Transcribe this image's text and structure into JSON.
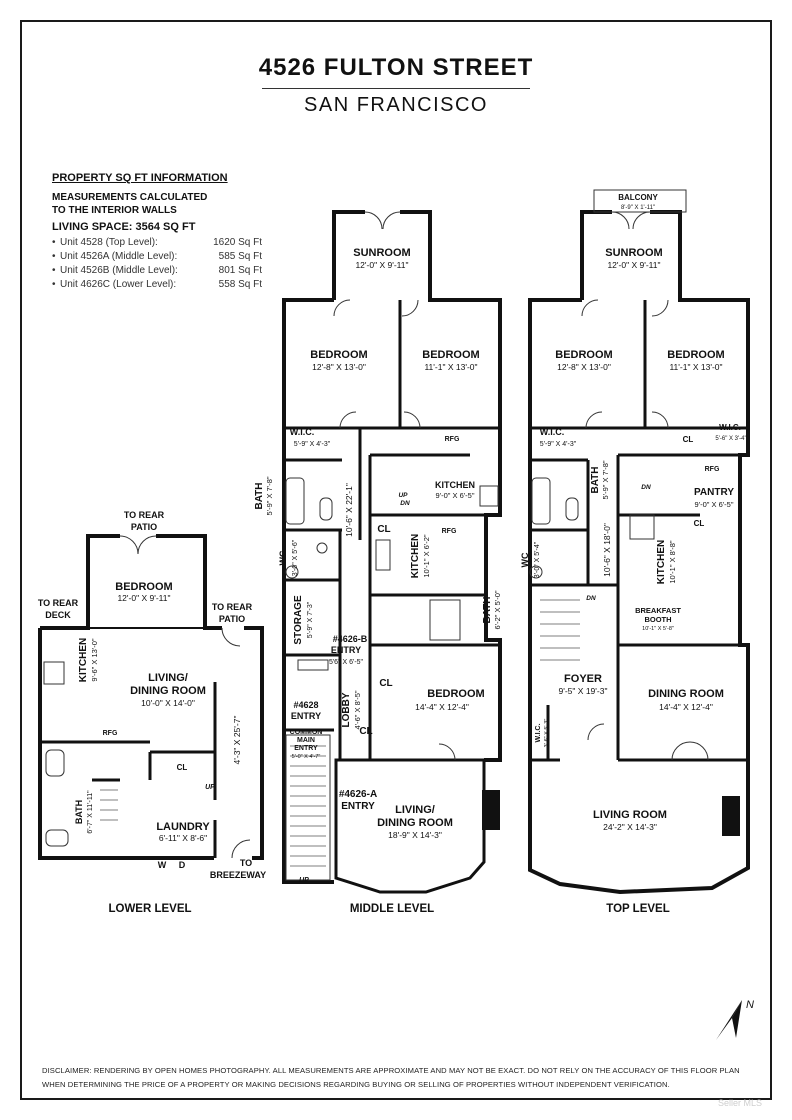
{
  "header": {
    "title": "4526 FULTON STREET",
    "subtitle": "SAN FRANCISCO"
  },
  "info": {
    "heading": "PROPERTY SQ FT INFORMATION",
    "measurement": [
      "MEASUREMENTS CALCULATED",
      "TO THE INTERIOR WALLS"
    ],
    "living_space": "LIVING SPACE: 3564 SQ FT",
    "units": [
      {
        "name": "Unit 4528 (Top Level):",
        "sqft": "1620 Sq Ft"
      },
      {
        "name": "Unit 4526A (Middle Level):",
        "sqft": "585 Sq Ft"
      },
      {
        "name": "Unit 4526B (Middle Level):",
        "sqft": "801 Sq Ft"
      },
      {
        "name": "Unit 4626C (Lower Level):",
        "sqft": "558 Sq Ft"
      }
    ]
  },
  "levels": {
    "lower": "LOWER LEVEL",
    "middle": "MIDDLE LEVEL",
    "top": "TOP LEVEL"
  },
  "lower": {
    "to_rear_patio_top": [
      "TO REAR",
      "PATIO"
    ],
    "to_rear_deck": [
      "TO REAR",
      "DECK"
    ],
    "to_rear_patio_right": [
      "TO REAR",
      "PATIO"
    ],
    "bedroom": {
      "name": "BEDROOM",
      "dim": "12'-0\" X 9'-11\""
    },
    "kitchen": {
      "name": "KITCHEN",
      "dim": "9'-6\" X 13'-0\""
    },
    "living": {
      "name1": "LIVING/",
      "name2": "DINING ROOM",
      "dim": "10'-0\" X 14'-0\""
    },
    "hall_dim": "4'-3\" X 25'-7\"",
    "rfg": "RFG",
    "cl": "CL",
    "up": "UP",
    "bath": {
      "name": "BATH",
      "dim": "6'-7\" X 11'-11\""
    },
    "laundry": {
      "name": "LAUNDRY",
      "dim": "6'-11\" X 8'-6\""
    },
    "w": "W",
    "d": "D",
    "to_breezeway": [
      "TO",
      "BREEZEWAY"
    ]
  },
  "middle": {
    "sunroom": {
      "name": "SUNROOM",
      "dim": "12'-0\" X 9'-11\""
    },
    "bedroom1": {
      "name": "BEDROOM",
      "dim": "12'-8\" X 13'-0\""
    },
    "bedroom2": {
      "name": "BEDROOM",
      "dim": "11'-1\" X 13'-0\""
    },
    "wic": {
      "name": "W.I.C.",
      "dim": "5'-9\" X 4'-3\""
    },
    "rfg1": "RFG",
    "kitchen1": {
      "name": "KITCHEN",
      "dim": "9'-0\" X 6'-5\""
    },
    "bath1": {
      "name": "BATH",
      "dim": "5'-9\" X 7'-8\""
    },
    "hall": "10'-6\" X 22'-1\"",
    "up": "UP",
    "dn": "DN",
    "cl1": "CL",
    "kitchen2": {
      "name": "KITCHEN",
      "dim": "10'-1\" X 6'-2\""
    },
    "rfg2": "RFG",
    "wc": {
      "name": "WC",
      "dim": "3'-0\" X 5'-6\""
    },
    "storage": {
      "name": "STORAGE",
      "dim": "5'-9\" X 7'-3\""
    },
    "entry_b": {
      "name1": "#4626-B",
      "name2": "ENTRY",
      "dim": "5'6\" X 6'-5\""
    },
    "bath2": {
      "name": "BATH",
      "dim": "6'-2\" X 5'-0\""
    },
    "entry_4628": {
      "name1": "#4628",
      "name2": "ENTRY"
    },
    "lobby": {
      "name": "LOBBY",
      "dim": "4'-6\" X 8'-5\""
    },
    "common": {
      "name1": "COMMON",
      "name2": "MAIN",
      "name3": "ENTRY",
      "dim": "5'-0\" X 4'-7\""
    },
    "cl2": "CL",
    "cl3": "CL",
    "bedroom3": {
      "name": "BEDROOM",
      "dim": "14'-4\" X 12'-4\""
    },
    "entry_a": {
      "name1": "#4626-A",
      "name2": "ENTRY"
    },
    "living": {
      "name1": "LIVING/",
      "name2": "DINING ROOM",
      "dim": "18'-9\" X 14'-3\""
    },
    "up2": "UP"
  },
  "top": {
    "balcony": {
      "name": "BALCONY",
      "dim": "8'-9\" X 1'-11\""
    },
    "sunroom": {
      "name": "SUNROOM",
      "dim": "12'-0\" X 9'-11\""
    },
    "bedroom1": {
      "name": "BEDROOM",
      "dim": "12'-8\" X 13'-0\""
    },
    "bedroom2": {
      "name": "BEDROOM",
      "dim": "11'-1\" X 13'-0\""
    },
    "wic1": {
      "name": "W.I.C.",
      "dim": "5'-9\" X 4'-3\""
    },
    "wic2": {
      "name": "W.I.C.",
      "dim": "5'-6\" X 3'-4\""
    },
    "cl1": "CL",
    "rfg": "RFG",
    "pantry": {
      "name": "PANTRY",
      "dim": "9'-0\" X 6'-5\""
    },
    "bath": {
      "name": "BATH",
      "dim": "5'-9\" X 7'-8\""
    },
    "dn1": "DN",
    "cl2": "CL",
    "wc": {
      "name": "WC",
      "dim": "3'-0\" X 5'-4\""
    },
    "hall": "10'-6\" X 18'-0\"",
    "kitchen": {
      "name": "KITCHEN",
      "dim": "10'-1\" X 8'-8\""
    },
    "dn2": "DN",
    "breakfast": {
      "name1": "BREAKFAST",
      "name2": "BOOTH",
      "dim": "10'-1\" X 5'-8\""
    },
    "foyer": {
      "name": "FOYER",
      "dim": "9'-5\" X 19'-3\""
    },
    "dining": {
      "name": "DINING ROOM",
      "dim": "14'-4\" X 12'-4\""
    },
    "wic3": {
      "name": "W.I.C.",
      "dim": "3'-6\" X 5'-3\""
    },
    "living": {
      "name": "LIVING ROOM",
      "dim": "24'-2\" X 14'-3\""
    }
  },
  "compass": {
    "label": "N"
  },
  "disclaimer": [
    "DISCLAIMER: RENDERING BY OPEN HOMES PHOTOGRAPHY. ALL MEASUREMENTS ARE APPROXIMATE AND MAY NOT BE EXACT. DO NOT RELY ON THE ACCURACY OF THIS FLOOR PLAN",
    "WHEN DETERMINING THE PRICE OF A PROPERTY OR MAKING DECISIONS REGARDING BUYING OR SELLING OF PROPERTIES WITHOUT INDEPENDENT VERIFICATION."
  ],
  "credit": "Seller MLS"
}
